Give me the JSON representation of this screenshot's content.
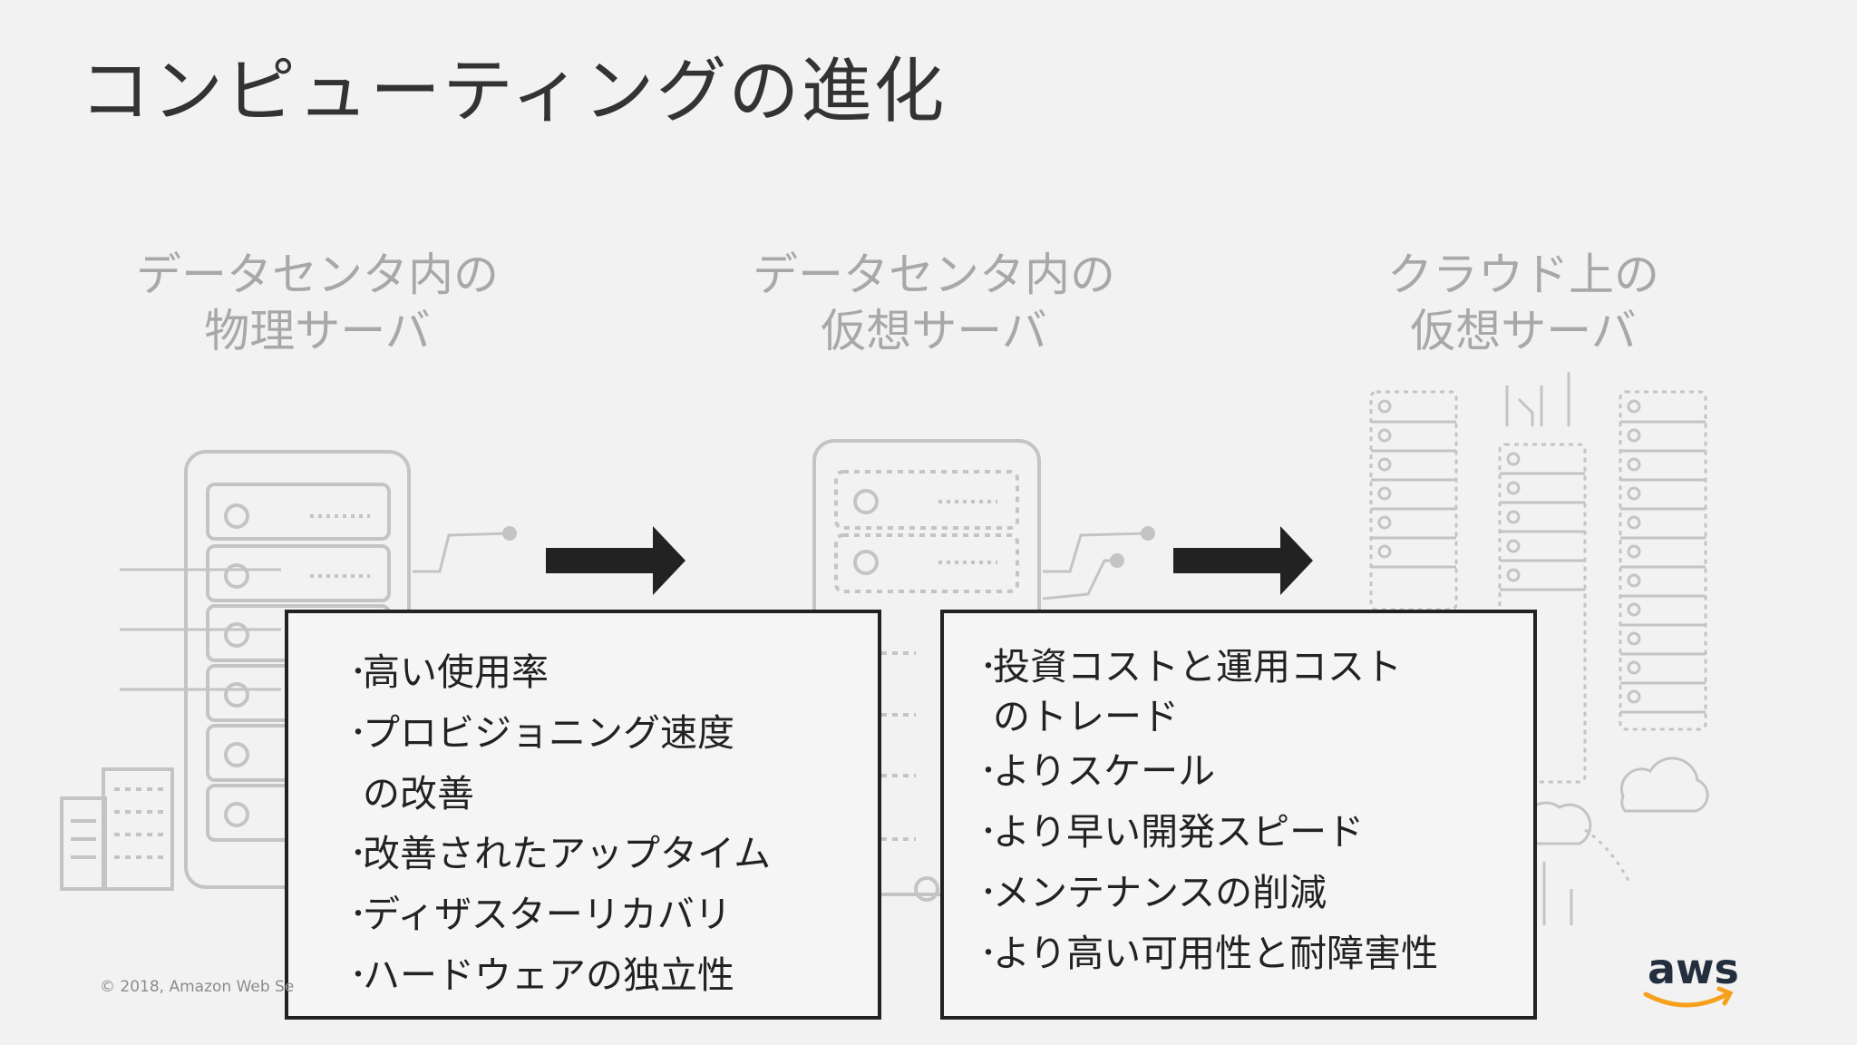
{
  "title": "コンピューティングの進化",
  "columns": [
    {
      "line1": "データセンタ内の",
      "line2": "物理サーバ"
    },
    {
      "line1": "データセンタ内の",
      "line2": "仮想サーバ"
    },
    {
      "line1": "クラウド上の",
      "line2": "仮想サーバ"
    }
  ],
  "box_left": {
    "items": [
      "高い使用率",
      "プロビジョニング速度",
      "の改善",
      "改善されたアップタイム",
      "ディザスターリカバリ",
      "ハードウェアの独立性"
    ]
  },
  "box_right": {
    "items": [
      "投資コストと運用コスト",
      "のトレード",
      "よりスケール",
      "より早い開発スピード",
      "メンテナンスの削減",
      "より高い可用性と耐障害性"
    ]
  },
  "bullet_mark": "・",
  "copyright": "© 2018, Amazon Web Se",
  "logo_text": "aws",
  "colors": {
    "title": "#333333",
    "label": "#a8a8a8",
    "illustration": "#c4c4c4",
    "arrow": "#222222",
    "aws_orange": "#f7a01c"
  }
}
